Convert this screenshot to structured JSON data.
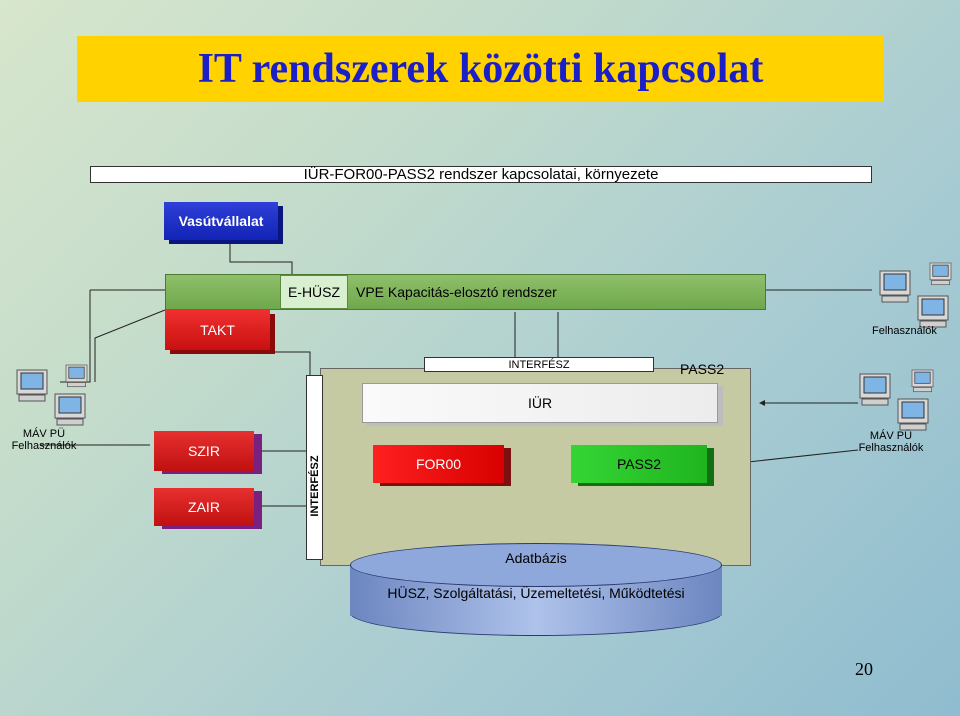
{
  "title": "IT rendszerek közötti kapcsolat",
  "subtitle": "IÜR-FOR00-PASS2 rendszer kapcsolatai, környezete",
  "nodes": {
    "vasutvallalat": "Vasútvállalat",
    "ehusz": "E-HÜSZ",
    "vpe": "VPE Kapacitás-elosztó rendszer",
    "takt": "TAKT",
    "interfesz_top": "INTERFÉSZ",
    "pass2_top": "PASS2",
    "iur": "IÜR",
    "interfesz_side": "INTERFÉSZ",
    "szir": "SZIR",
    "zair": "ZAIR",
    "for00": "FOR00",
    "pass2": "PASS2",
    "database_title": "Adatbázis",
    "database_contents": "HÜSZ, Szolgáltatási, Üzemeltetési, Működtetési"
  },
  "users": {
    "right_top": "Felhasználók",
    "left_line1": "MÁV PÜ",
    "left_line2": "Felhasználók",
    "right_line1": "MÁV PÜ",
    "right_line2": "Felhasználók"
  },
  "icons": [
    "computer-icon"
  ],
  "colors": {
    "title_band": "#ffd200",
    "title_text": "#1b1fc8",
    "vasut": "#1a2dc4",
    "red_box": "#d81818",
    "green_box": "#2cc42c",
    "panel": "#c5caa3",
    "database": "#8fa8dc"
  },
  "page_number": "20"
}
